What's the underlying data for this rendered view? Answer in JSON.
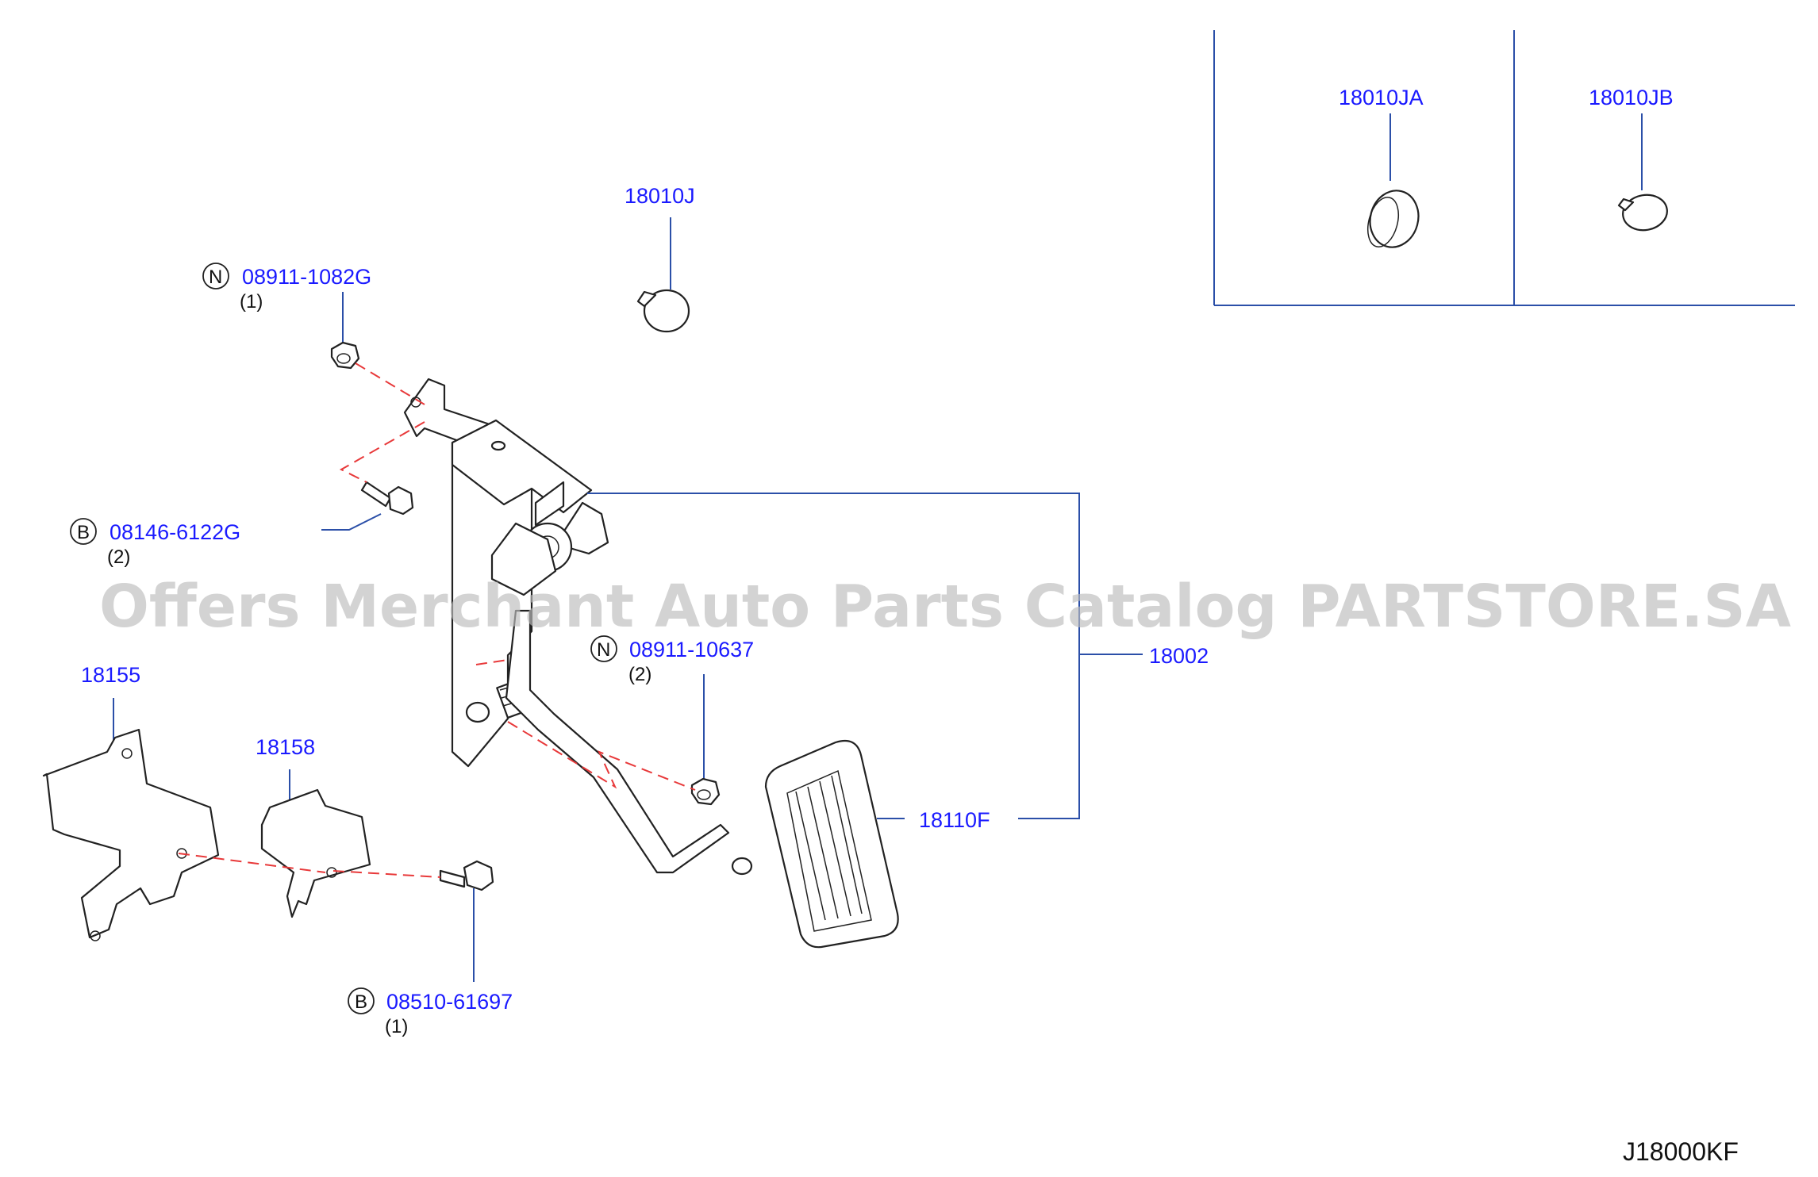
{
  "labels": {
    "p18010J": "18010J",
    "p18010JA": "18010JA",
    "p18010JB": "18010JB",
    "nut1": "08911-1082G",
    "nut1_symbol": "N",
    "nut1_qty": "(1)",
    "bolt1": "08146-6122G",
    "bolt1_symbol": "B",
    "bolt1_qty": "(2)",
    "nut2": "08911-10637",
    "nut2_symbol": "N",
    "nut2_qty": "(2)",
    "p18002": "18002",
    "p18110F": "18110F",
    "p18155": "18155",
    "p18158": "18158",
    "bolt2": "08510-61697",
    "bolt2_symbol": "B",
    "bolt2_qty": "(1)"
  },
  "watermark": "Offers Merchant Auto Parts Catalog PARTSTORE.SA",
  "diagram_code": "J18000KF",
  "colors": {
    "part_number": "#1a1aff",
    "leader": "#2b4fa8",
    "alignment_dash": "#e8393a",
    "watermark": "#bdbdbd"
  }
}
